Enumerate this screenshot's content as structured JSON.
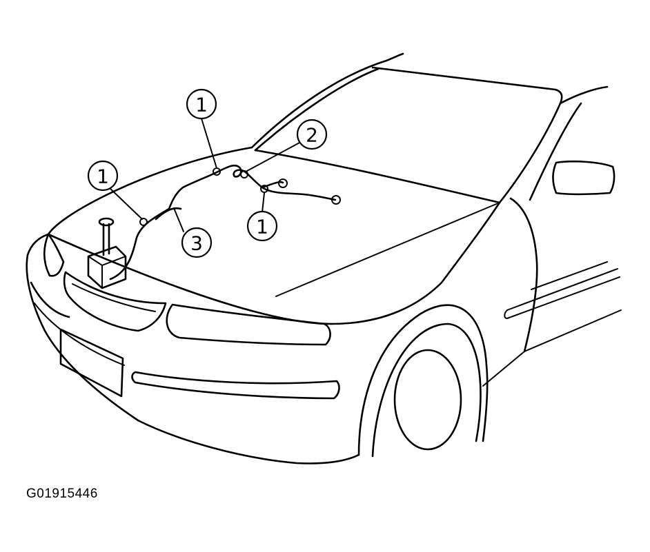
{
  "callouts": [
    {
      "id": "c1-top",
      "label": "1"
    },
    {
      "id": "c2",
      "label": "2"
    },
    {
      "id": "c1-left",
      "label": "1"
    },
    {
      "id": "c3",
      "label": "3"
    },
    {
      "id": "c1-bottom",
      "label": "1"
    }
  ],
  "figure_code": "G01915446"
}
